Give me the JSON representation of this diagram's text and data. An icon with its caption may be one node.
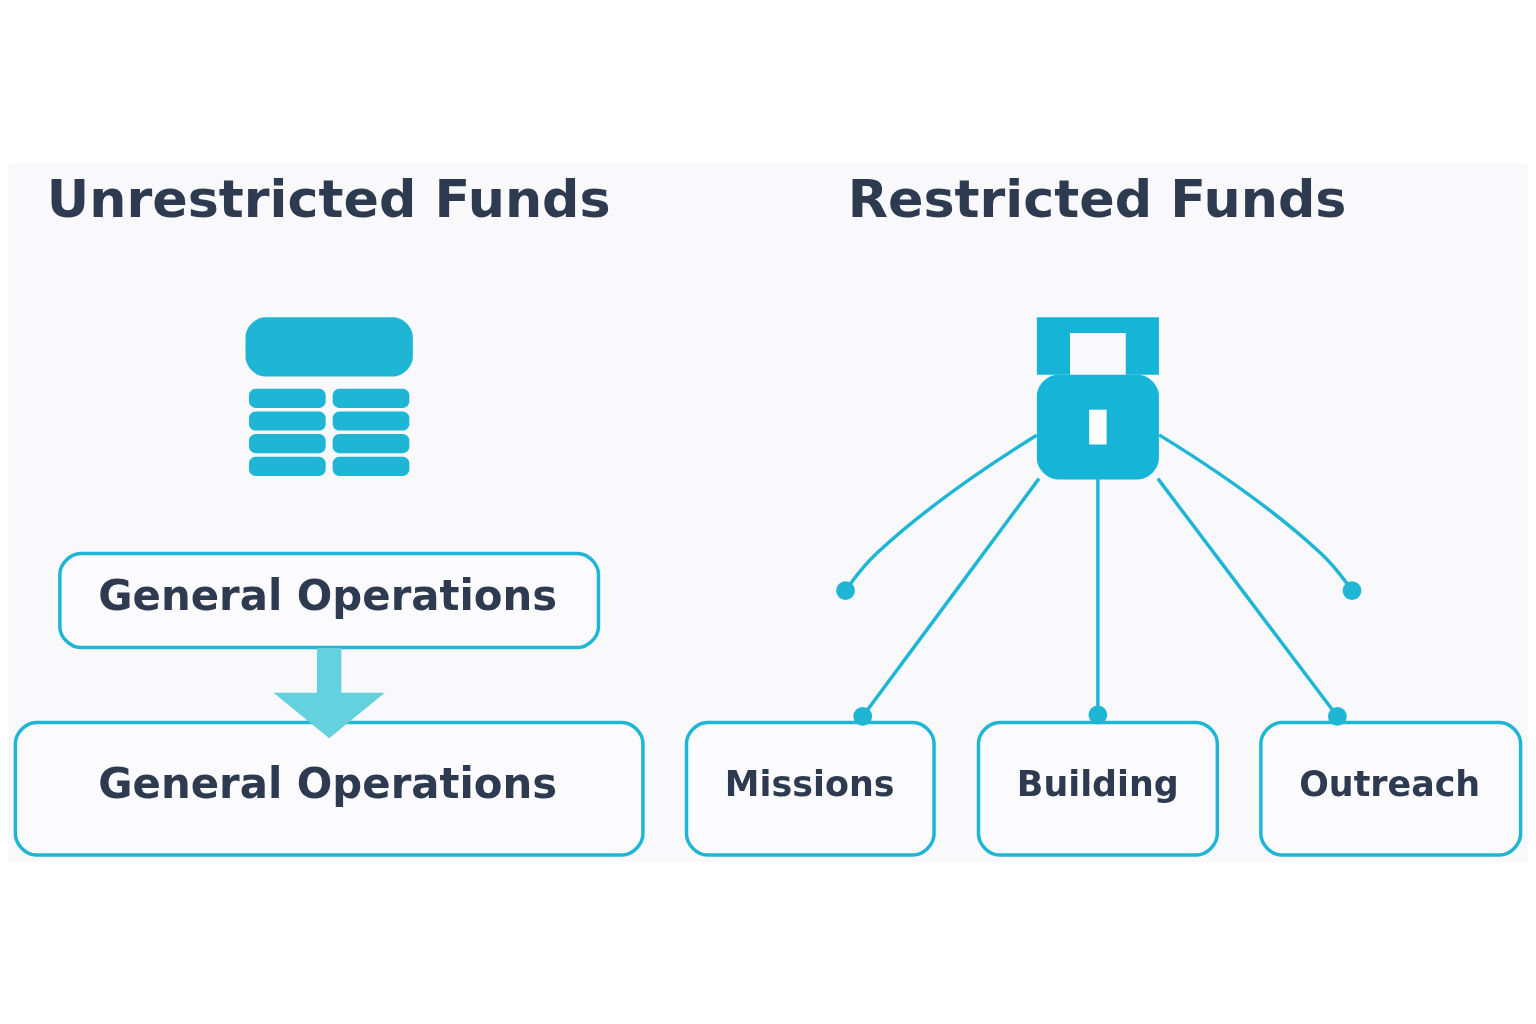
{
  "diagram": {
    "nodes": [
      {
        "text": [],
        "shape": "picture"
      },
      {
        "text": [
          "General Operations"
        ]
      },
      {
        "text": [
          "General Operations"
        ]
      },
      {
        "text": [],
        "shape": "picture"
      },
      {
        "text": [
          "Missions"
        ]
      },
      {
        "text": [
          "Building"
        ]
      },
      {
        "text": [
          "Outreach"
        ]
      }
    ],
    "edges": [
      {
        "from": 1,
        "to": 2,
        "arrow": "to",
        "style": "thick",
        "color": "#63d1de"
      },
      {
        "from": 3,
        "to": null,
        "arrow": "other"
      },
      {
        "from": 3,
        "to": 4,
        "arrow": "other"
      },
      {
        "from": 3,
        "to": 5,
        "arrow": "other"
      },
      {
        "from": 3,
        "to": 6,
        "arrow": "other"
      },
      {
        "from": 3,
        "to": null,
        "arrow": "other"
      }
    ],
    "labels": [
      "Unrestricted Funds",
      "Restricted Funds"
    ]
  }
}
